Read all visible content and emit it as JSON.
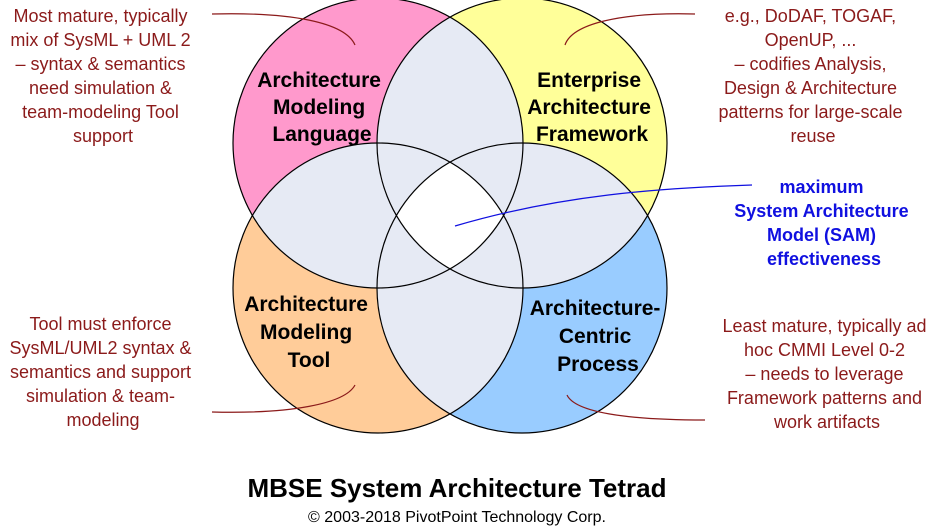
{
  "title": "MBSE System Architecture Tetrad",
  "copyright": "© 2003-2018 PivotPoint Technology Corp.",
  "colors": {
    "language": "#ff99cc",
    "framework": "#ffff99",
    "tool": "#ffcc99",
    "process": "#99ccff",
    "overlap": "#e6eaf4",
    "center": "#ffffff",
    "note_text": "#8b1a1a",
    "center_text": "#1010e0"
  },
  "circles": {
    "language": [
      "Architecture",
      "Modeling",
      "Language"
    ],
    "framework": [
      "Enterprise",
      "Architecture",
      "Framework"
    ],
    "tool": [
      "Architecture",
      "Modeling",
      "Tool"
    ],
    "process": [
      "Architecture-",
      "Centric",
      "Process"
    ]
  },
  "center_note": [
    "maximum",
    "System Architecture",
    "Model (SAM)",
    "effectiveness"
  ],
  "notes": {
    "language": [
      "Most mature, typically",
      "mix of SysML + UML 2",
      "– syntax & semantics",
      "need simulation &",
      "team-modeling Tool",
      "support"
    ],
    "framework": [
      "e.g., DoDAF, TOGAF,",
      "OpenUP, ...",
      "– codifies Analysis,",
      "Design & Architecture",
      "patterns for large-scale",
      "reuse"
    ],
    "tool": [
      "Tool must enforce",
      "SysML/UML2 syntax &",
      "semantics and support",
      "simulation & team-",
      "modeling"
    ],
    "process": [
      "Least mature, typically ad",
      "hoc CMMI Level 0-2",
      "– needs to leverage",
      "Framework patterns and",
      "work artifacts"
    ]
  }
}
